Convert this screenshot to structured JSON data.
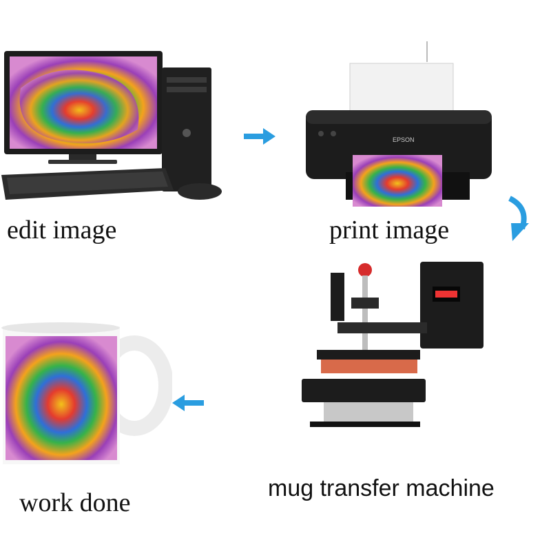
{
  "steps": [
    {
      "label": "edit image"
    },
    {
      "label": "print image"
    },
    {
      "label": "mug transfer machine"
    },
    {
      "label": "work done"
    }
  ],
  "printer": {
    "brand": "EPSON"
  },
  "colors": {
    "arrow": "#2a9de0",
    "device": "#1c1c1c"
  }
}
